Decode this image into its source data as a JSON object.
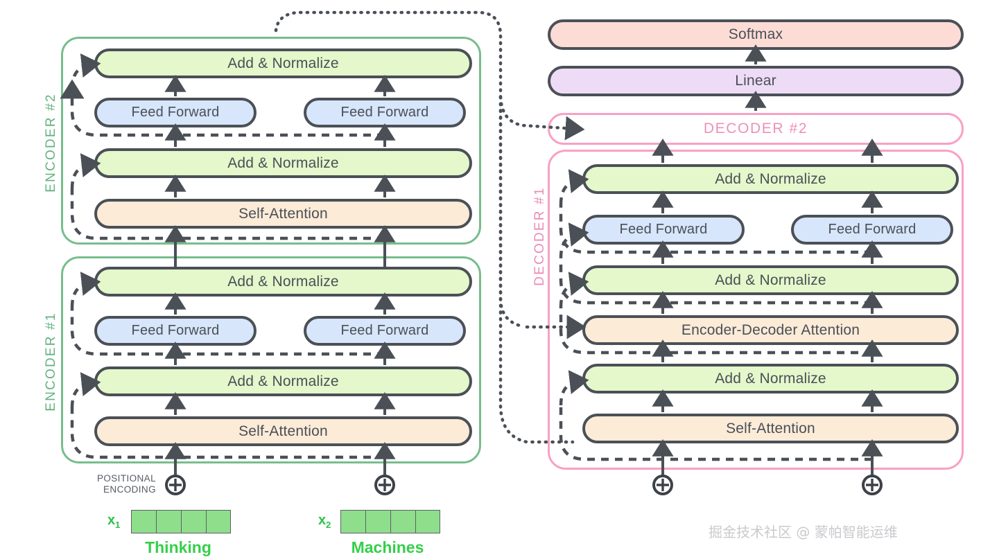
{
  "diagram": {
    "title": "Transformer encoder-decoder architecture",
    "colors": {
      "add_norm": "#e4f8cb",
      "feed_forward": "#d7e6fa",
      "attention": "#fcebd7",
      "softmax": "#fcdcd5",
      "linear": "#eedcf6",
      "encoder_outline": "#77bd8c",
      "decoder_outline": "#f9a0c4",
      "stroke": "#4b5057",
      "embedding_cell": "#8ede8c",
      "word_text": "#35cf4a"
    }
  },
  "encoder_stack": {
    "encoders": [
      {
        "label": "ENCODER #2",
        "blocks": {
          "add_norm_top": "Add & Normalize",
          "feed_forward_left": "Feed Forward",
          "feed_forward_right": "Feed Forward",
          "add_norm_bottom": "Add & Normalize",
          "self_attention": "Self-Attention"
        }
      },
      {
        "label": "ENCODER #1",
        "blocks": {
          "add_norm_top": "Add & Normalize",
          "feed_forward_left": "Feed Forward",
          "feed_forward_right": "Feed Forward",
          "add_norm_bottom": "Add & Normalize",
          "self_attention": "Self-Attention"
        }
      }
    ]
  },
  "decoder_stack": {
    "output_head": {
      "softmax": "Softmax",
      "linear": "Linear"
    },
    "decoder2": {
      "label": "DECODER #2"
    },
    "decoder1": {
      "label": "DECODER #1",
      "blocks": {
        "add_norm_top": "Add & Normalize",
        "feed_forward_left": "Feed Forward",
        "feed_forward_right": "Feed Forward",
        "add_norm_middle": "Add & Normalize",
        "encoder_decoder_attention": "Encoder-Decoder Attention",
        "add_norm_bottom": "Add & Normalize",
        "self_attention": "Self-Attention"
      }
    }
  },
  "inputs": {
    "positional_encoding_label_line1": "POSITIONAL",
    "positional_encoding_label_line2": "ENCODING",
    "plus_symbol": "plus-circle-icon",
    "tokens": [
      {
        "var_prefix": "x",
        "var_index": "1",
        "word": "Thinking",
        "cells": 4
      },
      {
        "var_prefix": "x",
        "var_index": "2",
        "word": "Machines",
        "cells": 4
      }
    ]
  },
  "watermark": {
    "text": "掘金技术社区 @ 蒙帕智能运维"
  }
}
